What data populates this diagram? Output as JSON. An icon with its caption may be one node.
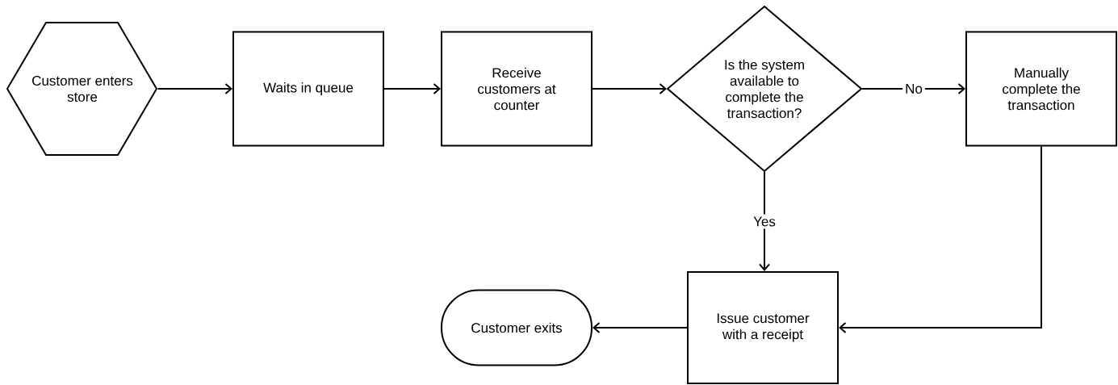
{
  "diagram": {
    "nodes": [
      {
        "text": [
          "Customer enters store"
        ]
      },
      {
        "text": [
          "Waits in queue"
        ]
      },
      {
        "text": [
          "Receive customers at counter"
        ]
      },
      {
        "text": [
          "Is the system available to complete the transaction?"
        ]
      },
      {
        "text": [
          "Manually complete the transaction"
        ]
      },
      {
        "text": [
          "Issue customer with a receipt"
        ]
      },
      {
        "text": [
          "Customer exits"
        ]
      }
    ],
    "edges": [
      {
        "from": 0,
        "to": 1,
        "arrow": "to"
      },
      {
        "from": 1,
        "to": 2,
        "arrow": "to"
      },
      {
        "from": 2,
        "to": 3,
        "arrow": "to"
      },
      {
        "from": 3,
        "to": 4,
        "arrow": "to",
        "label": "No"
      },
      {
        "from": 3,
        "to": 5,
        "arrow": "to",
        "label": "Yes"
      },
      {
        "from": 4,
        "to": 5,
        "arrow": "to"
      },
      {
        "from": 5,
        "to": 6,
        "arrow": "to"
      }
    ]
  }
}
